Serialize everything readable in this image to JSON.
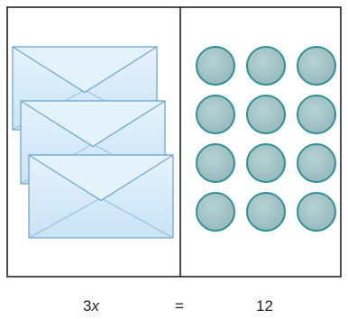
{
  "equation": {
    "left_coefficient": "3",
    "left_variable": "x",
    "operator": "=",
    "right_value": "12"
  },
  "left_panel": {
    "envelope_count": 3
  },
  "right_panel": {
    "counter_count": 12
  },
  "colors": {
    "frame": "#222222",
    "envelope_fill": "#d6ecf9",
    "envelope_stroke": "#6fa8d2",
    "counter_fill": "#a8c6c8",
    "counter_stroke": "#2e9093"
  }
}
